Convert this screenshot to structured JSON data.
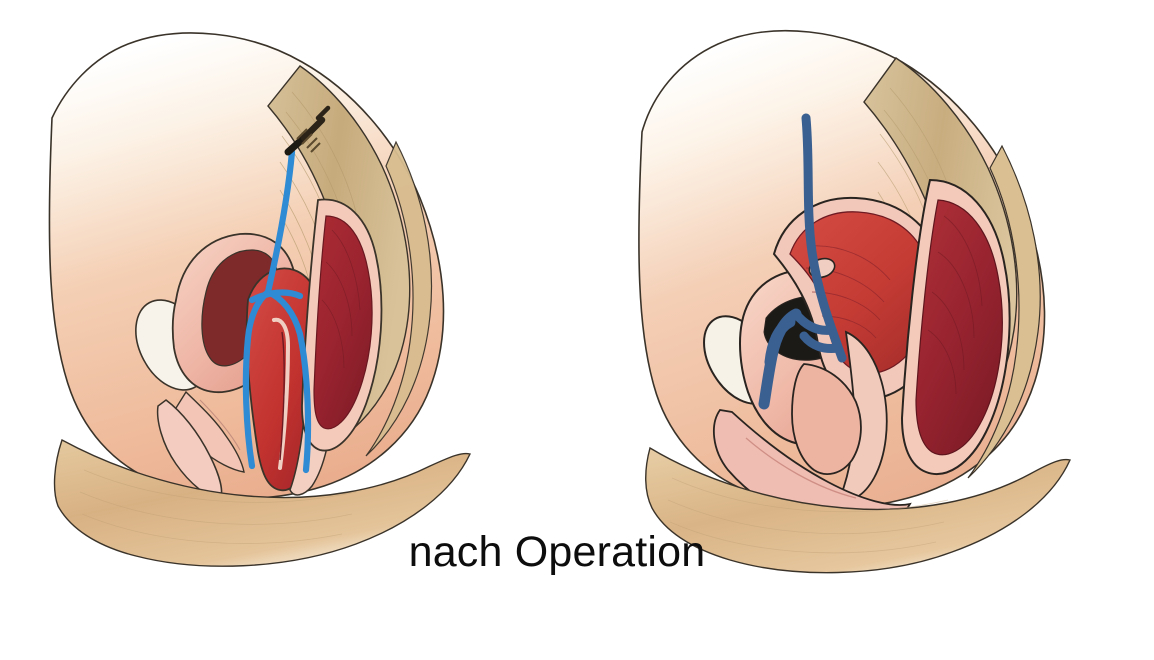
{
  "figure": {
    "kind": "medical-illustration",
    "subject": "Sagittal section of the female pelvis, surgical mesh (sacrocolpopexy)",
    "caption": "nach Operation",
    "background_color": "#ffffff",
    "panel_count": 2
  },
  "caption": {
    "text": "nach Operation",
    "color": "#0d0d0d"
  },
  "palette": {
    "background": "#ffffff",
    "skin_light": "#fbf1e4",
    "skin_mid": "#f2c6a8",
    "skin_deep": "#e8a987",
    "thigh_tan": "#d9b483",
    "bone_tan": "#cbb184",
    "bone_tan_dark": "#bb9c6b",
    "organ_pink": "#efb3a6",
    "organ_pink_pale": "#f6d3c6",
    "mucosa_red": "#c7413f",
    "rectum_deep_red": "#9b2430",
    "uterus_red": "#c43b34",
    "pubic_bone_white": "#f6f2ea",
    "outline": "#231f1c",
    "mesh_blue_left": "#2e8bd4",
    "mesh_blue_right": "#3a6091",
    "screw_dark": "#2b2318"
  },
  "panels": [
    {
      "id": "panel-left",
      "name": "pre-operative-anatomy",
      "label_hint": "left illustration",
      "structures": [
        {
          "name": "abdominal-wall",
          "color": "#f2c6a8"
        },
        {
          "name": "sacrum-bone",
          "color": "#cbb184"
        },
        {
          "name": "pubic-bone",
          "color": "#f6f2ea"
        },
        {
          "name": "bladder",
          "color": "#efb3a6"
        },
        {
          "name": "uterus-vagina",
          "color": "#c7413f"
        },
        {
          "name": "rectum",
          "color": "#9b2430"
        },
        {
          "name": "thigh",
          "color": "#d9b483"
        },
        {
          "name": "surgical-mesh",
          "color": "#2e8bd4",
          "shape": "y-shaped-sling"
        },
        {
          "name": "bone-anchor-screw",
          "color": "#2b2318"
        }
      ]
    },
    {
      "id": "panel-right",
      "name": "post-operative-anatomy",
      "label_hint": "right illustration",
      "structures": [
        {
          "name": "abdominal-wall",
          "color": "#f2c6a8"
        },
        {
          "name": "sacrum-bone",
          "color": "#cbb184"
        },
        {
          "name": "pubic-bone",
          "color": "#f6f2ea"
        },
        {
          "name": "bladder",
          "color": "#efb3a6"
        },
        {
          "name": "uterus",
          "color": "#c43b34"
        },
        {
          "name": "rectum",
          "color": "#9b2430"
        },
        {
          "name": "thigh",
          "color": "#d9b483"
        },
        {
          "name": "surgical-mesh",
          "color": "#3a6091",
          "shape": "branched-strap"
        }
      ]
    }
  ]
}
